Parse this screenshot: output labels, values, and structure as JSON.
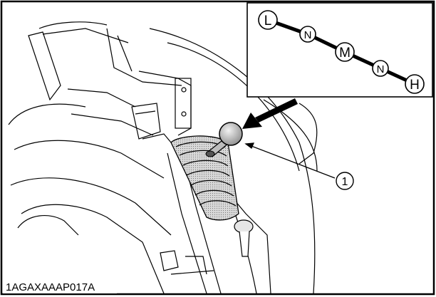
{
  "figure": {
    "code": "1AGAXAAAP017A",
    "callout_number": "1"
  },
  "gear_pattern": {
    "positions": [
      "L",
      "N",
      "M",
      "N",
      "H"
    ]
  },
  "colors": {
    "line": "#000000",
    "boot_fill": "#c8c8c8",
    "background": "#ffffff"
  }
}
